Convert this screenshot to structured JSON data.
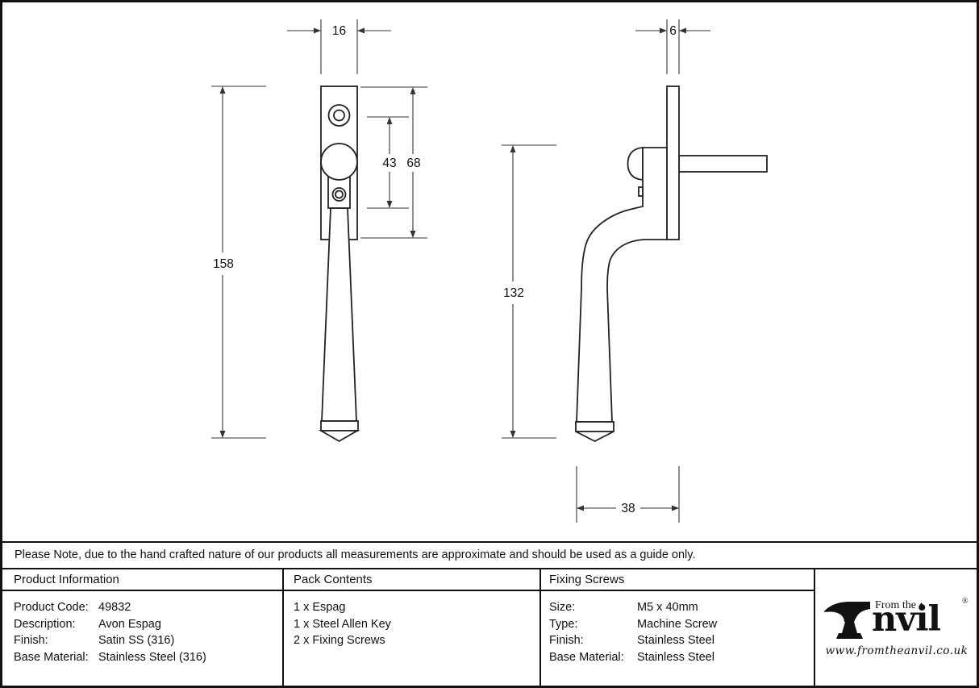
{
  "note": "Please Note, due to the hand crafted nature of our products all measurements are approximate and should be used as a guide only.",
  "drawing": {
    "dim_plate_width": "16",
    "dim_screw_centres": "43",
    "dim_plate_height": "68",
    "dim_overall_length": "158",
    "dim_plate_depth": "6",
    "dim_handle_length": "132",
    "dim_projection": "38"
  },
  "table": {
    "product_information": {
      "header": "Product Information",
      "rows": [
        {
          "label": "Product Code:",
          "value": "49832"
        },
        {
          "label": "Description:",
          "value": "Avon Espag"
        },
        {
          "label": "Finish:",
          "value": "Satin SS (316)"
        },
        {
          "label": "Base Material:",
          "value": "Stainless Steel (316)"
        }
      ]
    },
    "pack_contents": {
      "header": "Pack Contents",
      "items": [
        "1 x Espag",
        "1 x Steel Allen Key",
        "2 x Fixing Screws"
      ]
    },
    "fixing_screws": {
      "header": "Fixing Screws",
      "rows": [
        {
          "label": "Size:",
          "value": "M5 x 40mm"
        },
        {
          "label": "Type:",
          "value": "Machine Screw"
        },
        {
          "label": "Finish:",
          "value": "Stainless Steel"
        },
        {
          "label": "Base Material:",
          "value": "Stainless Steel"
        }
      ]
    }
  },
  "logo": {
    "tagline": "From the",
    "diamond": "♦",
    "wordmark": "nvil",
    "registered": "®",
    "website": "www.fromtheanvil.co.uk"
  }
}
